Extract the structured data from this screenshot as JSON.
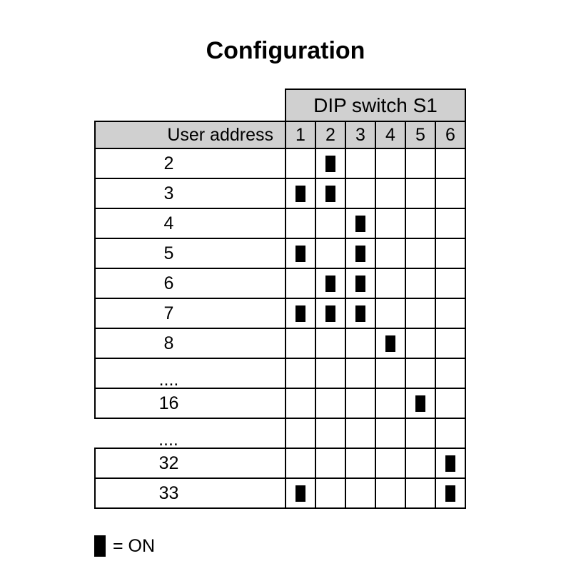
{
  "title": "Configuration",
  "table": {
    "dip_header": "DIP switch S1",
    "address_header": "User address",
    "switch_headers": [
      "1",
      "2",
      "3",
      "4",
      "5",
      "6"
    ],
    "rows": [
      {
        "address": "2",
        "on": [
          false,
          true,
          false,
          false,
          false,
          false
        ],
        "gap": false
      },
      {
        "address": "3",
        "on": [
          true,
          true,
          false,
          false,
          false,
          false
        ],
        "gap": false
      },
      {
        "address": "4",
        "on": [
          false,
          false,
          true,
          false,
          false,
          false
        ],
        "gap": false
      },
      {
        "address": "5",
        "on": [
          true,
          false,
          true,
          false,
          false,
          false
        ],
        "gap": false
      },
      {
        "address": "6",
        "on": [
          false,
          true,
          true,
          false,
          false,
          false
        ],
        "gap": false
      },
      {
        "address": "7",
        "on": [
          true,
          true,
          true,
          false,
          false,
          false
        ],
        "gap": false
      },
      {
        "address": "8",
        "on": [
          false,
          false,
          false,
          true,
          false,
          false
        ],
        "gap": false
      },
      {
        "address": "....",
        "on": [
          false,
          false,
          false,
          false,
          false,
          false
        ],
        "gap": false
      },
      {
        "address": "16",
        "on": [
          false,
          false,
          false,
          false,
          true,
          false
        ],
        "gap": false
      },
      {
        "address": "....",
        "on": [
          false,
          false,
          false,
          false,
          false,
          false
        ],
        "gap": true
      },
      {
        "address": "32",
        "on": [
          false,
          false,
          false,
          false,
          false,
          true
        ],
        "gap": false
      },
      {
        "address": "33",
        "on": [
          true,
          false,
          false,
          false,
          false,
          true
        ],
        "gap": false
      }
    ]
  },
  "legend": {
    "marker_name": "on-marker",
    "text": "= ON"
  },
  "colors": {
    "header_fill": "#d0d0d0",
    "border": "#000000",
    "marker": "#000000",
    "background": "#ffffff"
  }
}
